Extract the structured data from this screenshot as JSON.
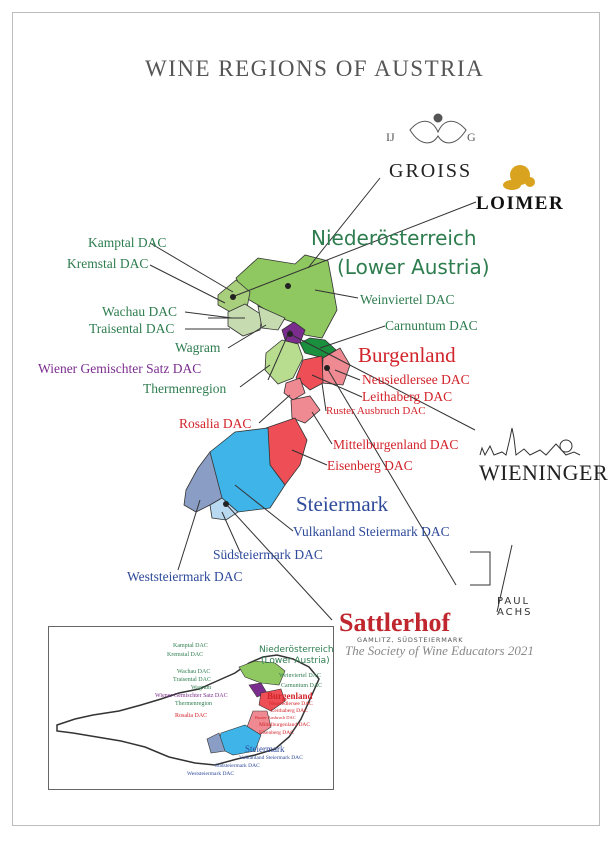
{
  "title": "WINE REGIONS OF AUSTRIA",
  "regions": {
    "niederoesterreich": "Niederösterreich",
    "lower_austria": "(Lower Austria)",
    "burgenland": "Burgenland",
    "steiermark": "Steiermark"
  },
  "dacs": {
    "kamptal": "Kamptal DAC",
    "kremstal": "Kremstal DAC",
    "wachau": "Wachau DAC",
    "traisental": "Traisental DAC",
    "wagram": "Wagram",
    "wiener": "Wiener Gemischter Satz DAC",
    "thermenregion": "Thermenregion",
    "weinviertel": "Weinviertel DAC",
    "carnuntum": "Carnuntum DAC",
    "neusiedlersee": "Neusiedlersee DAC",
    "leithaberg": "Leithaberg DAC",
    "ruster": "Ruster Ausbruch DAC",
    "rosalia": "Rosalia DAC",
    "mittelburgenland": "Mittelburgenland DAC",
    "eisenberg": "Eisenberg DAC",
    "vulkanland": "Vulkanland Steiermark DAC",
    "suedsteiermark": "Südsteiermark DAC",
    "weststeiermark": "Weststeiermark DAC"
  },
  "logos": {
    "ijg_left": "IJ",
    "ijg_right": "G",
    "groiss": "GROISS",
    "loimer": "LOIMER",
    "wieninger": "WIENINGER",
    "paul": "PAUL",
    "achs": "ACHS",
    "sattlerhof": "Sattlerhof",
    "sattlerhof_sub": "GAMLITZ, SÜDSTEIERMARK"
  },
  "credit": "The Society of Wine Educators 2021",
  "colors": {
    "niederoesterreich": "#8fc760",
    "wachau": "#c6dcb0",
    "wien": "#7b2d8e",
    "carnuntum": "#1a8f3e",
    "burgenland_red": "#ee4e55",
    "burgenland_pink": "#f08a92",
    "steiermark_blue": "#3fb4e8",
    "weststeiermark": "#8a9dc4",
    "suedsteiermark": "#b9d9f1"
  }
}
